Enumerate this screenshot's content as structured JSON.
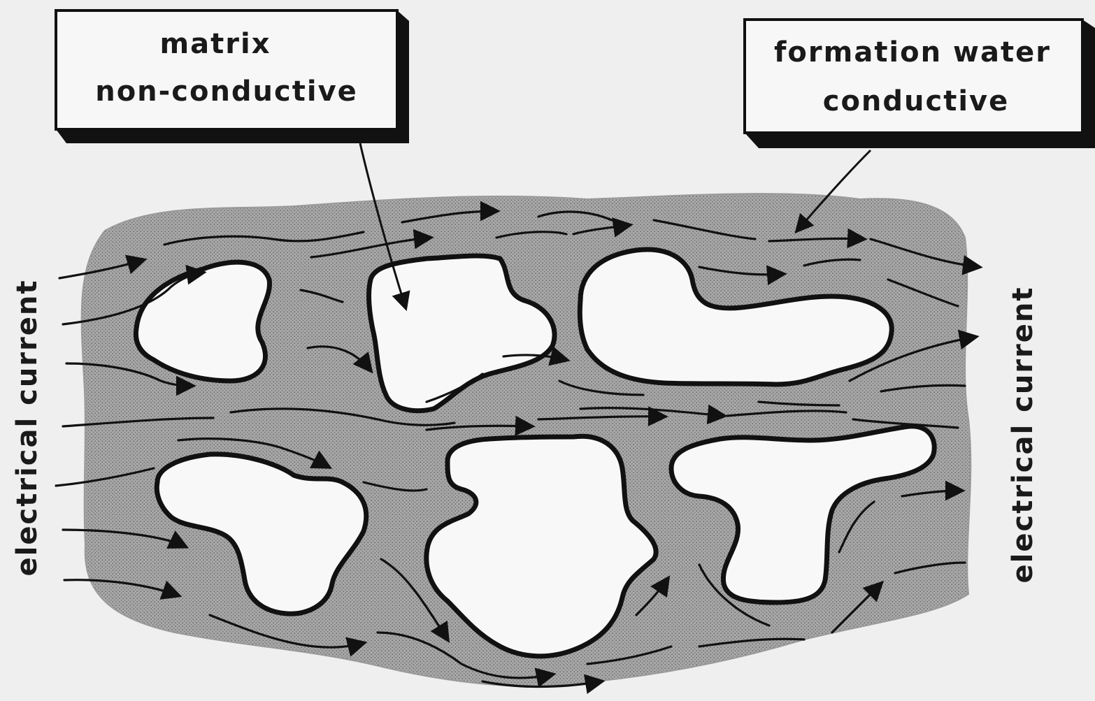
{
  "labels": {
    "matrix_line1": "matrix",
    "matrix_line2": "non-conductive",
    "water_line1": "formation water",
    "water_line2": "conductive",
    "current_left": "electrical current",
    "current_right": "electrical current"
  },
  "colors": {
    "background": "#efefef",
    "water": "#a6a6a6",
    "grain_fill": "#f8f8f8",
    "ink": "#111111"
  }
}
